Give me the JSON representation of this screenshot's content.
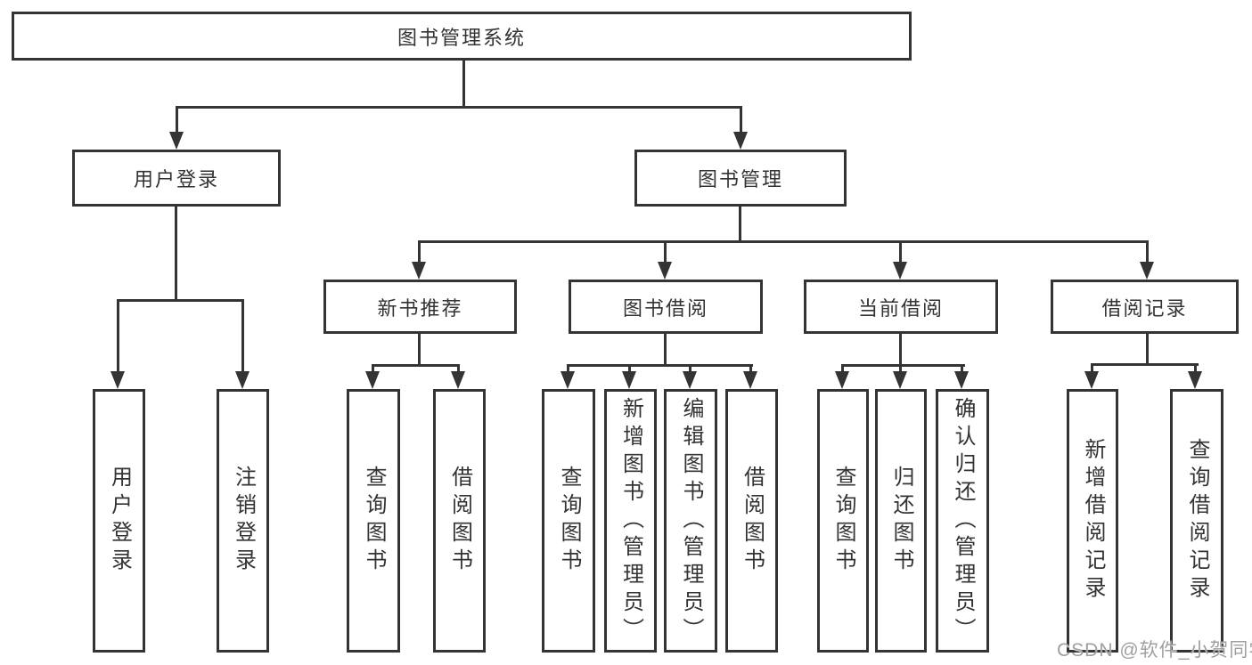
{
  "diagram_title": "图书管理系统",
  "nodes": {
    "root": "图书管理系统",
    "user_login": "用户登录",
    "book_mgmt": "图书管理",
    "new_book_rec": "新书推荐",
    "book_borrow": "图书借阅",
    "current_borrow": "当前借阅",
    "borrow_record": "借阅记录",
    "ul_leaf_login": "用户登录",
    "ul_leaf_logout": "注销登录",
    "nb_leaf_query": "查询图书",
    "nb_leaf_borrow": "借阅图书",
    "bb_leaf_query": "查询图书",
    "bb_leaf_add": "新增图书（管理员）",
    "bb_leaf_edit": "编辑图书（管理员）",
    "bb_leaf_borrow": "借阅图书",
    "cb_leaf_query": "查询图书",
    "cb_leaf_return": "归还图书",
    "cb_leaf_confirm": "确认归还（管理员）",
    "br_leaf_add": "新增借阅记录",
    "br_leaf_query": "查询借阅记录"
  },
  "hierarchy": {
    "图书管理系统": {
      "用户登录": [
        "用户登录",
        "注销登录"
      ],
      "图书管理": {
        "新书推荐": [
          "查询图书",
          "借阅图书"
        ],
        "图书借阅": [
          "查询图书",
          "新增图书（管理员）",
          "编辑图书（管理员）",
          "借阅图书"
        ],
        "当前借阅": [
          "查询图书",
          "归还图书",
          "确认归还（管理员）"
        ],
        "借阅记录": [
          "新增借阅记录",
          "查询借阅记录"
        ]
      }
    }
  },
  "watermark": "CSDN @软件_小贺同学",
  "colors": {
    "line": "#343434",
    "box_border": "#343434",
    "text": "#333333",
    "watermark": "#9f9f9f",
    "background": "#ffffff"
  }
}
